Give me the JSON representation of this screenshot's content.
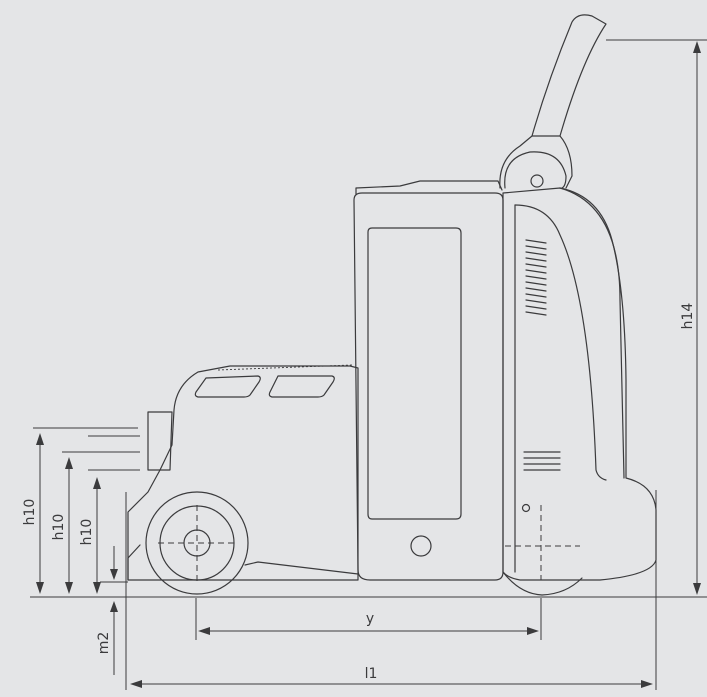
{
  "dimensions": {
    "h10_outer": "h10",
    "h10_middle": "h10",
    "h10_inner": "h10",
    "m2": "m2",
    "y": "y",
    "l1": "l1",
    "h14": "h14"
  }
}
